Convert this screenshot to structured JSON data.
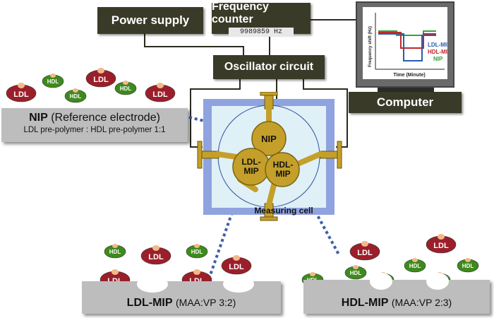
{
  "power_supply": {
    "label": "Power supply"
  },
  "frequency_counter": {
    "label": "Frequency counter",
    "display": "9989859 Hz"
  },
  "oscillator": {
    "label": "Oscillator circuit"
  },
  "computer": {
    "label": "Computer",
    "graph": {
      "ylabel": "Frequency shift (Hz)",
      "xlabel": "Time (Minute)",
      "legend": [
        {
          "label": "LDL-MIP",
          "color": "#2a5db0"
        },
        {
          "label": "HDL-MIP",
          "color": "#c0282c"
        },
        {
          "label": "NIP",
          "color": "#3aa03a"
        }
      ]
    }
  },
  "nip_panel": {
    "title": "NIP",
    "subtitle": "(Reference electrode)",
    "line2": "LDL pre-polymer : HDL pre-polymer 1:1"
  },
  "cell": {
    "label": "Measuring cell",
    "electrodes": {
      "nip": "NIP",
      "ldl_mip": [
        "LDL-",
        "MIP"
      ],
      "hdl_mip": [
        "HDL-",
        "MIP"
      ]
    }
  },
  "ldl_panel": {
    "title": "LDL-MIP",
    "ratio": "(MAA:VP  3:2)"
  },
  "hdl_panel": {
    "title": "HDL-MIP",
    "ratio": "(MAA:VP  2:3)"
  },
  "particles": {
    "ldl": "LDL",
    "hdl": "HDL"
  },
  "colors": {
    "dark_box": "#3a3a28",
    "ldl": "#9b1f2a",
    "hdl": "#3e8a1c",
    "gold": "#c4a02a",
    "cell_outer": "#8fa3de",
    "cell_inner": "#dff0f7",
    "dotted": "#3d5fa8"
  }
}
